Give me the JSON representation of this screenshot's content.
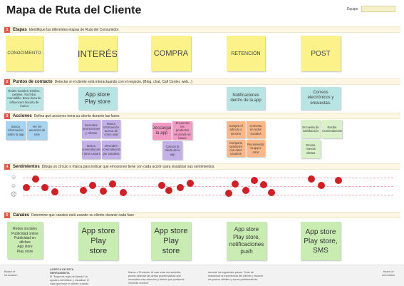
{
  "header": {
    "title": "Mapa de Ruta del Cliente",
    "team_label": "Equipo"
  },
  "colors": {
    "accent_red": "#e05a47",
    "sentiment_dot": "#d11f26",
    "section_bar": "#fdf6e3"
  },
  "sections": [
    {
      "num": "1",
      "title": "Etapas",
      "desc": "Identifique las diferentes etapas de Ruta del Consumidor"
    },
    {
      "num": "2",
      "title": "Puntos de contacto",
      "desc": "Detectar si el cliente está interactuando con el negocio. (Blog, chat, Call Center, web...)"
    },
    {
      "num": "3",
      "title": "Acciones",
      "desc": "Defina qué acciones toma su cliente durante las fases"
    },
    {
      "num": "4",
      "title": "Sentimientos",
      "desc": "Dibuja un círculo o marca para indicar que emociones tiene con cada acción para visualizar sus sentimientos."
    },
    {
      "num": "5",
      "title": "Canales",
      "desc": "Determine que canales está usando su cliente durante cada fase"
    }
  ],
  "stages": [
    "CONOCIMIENTO",
    "INTERÉS",
    "COMPRA",
    "RETENCIÓN",
    "POST"
  ],
  "touchpoints": [
    "Redes sociales: Emilies, carteles, YouTube, mercadillo. Boca-boca de influencers favorito de marca",
    "App store\nPlay store",
    "",
    "Notificaciones dentro de la app",
    "Correos electrónicos y encuestas."
  ],
  "actions": {
    "a1": "Busca\ninformación sobre la app",
    "a2": "Ver los anuncios de este",
    "a3": "Descubre promociones y ofertas",
    "a4": "Busca información acerca de cómo usar",
    "a5": "Busca recomendaciones de otros usuarios",
    "a6": "Descubre recomendaciones por usuarios",
    "a7": "Descargar la app",
    "a8": "Encuentra los productos en donde se busca",
    "a9": "Conoce la oferta de la app",
    "a10": "Compra el artículo o servicio",
    "a11": "Comenta en redes sociales",
    "a12": "Comparte opiniones con otros usuarios",
    "a13": "Encuesta de satisfacción",
    "a14": "Recibe recomendaciones",
    "a15": "Recomienda la app a otros",
    "a16": "Revisa nuevas ofertas"
  },
  "channels": [
    "Redes sociales\nPublicidad online\nPublicidad en afiches\nApp store\nPlay store",
    "App store\nPlay\nstore",
    "App store\nPlay\nstore",
    "App store\nPlay store,\nnotificaciones\npush",
    "App store\nPlay store,\nSMS"
  ],
  "footer": {
    "logo": "Board of\nInnovation",
    "col1_title": "ACERCA DE ESTA HERRAMIENTA",
    "col1": "El \"Mapa de viaje del cliente\" te ayuda a identificar y visualizar el viaje que hace el cliente cuando interactúa con su",
    "col2": "Marca o Producto. Al usar esta herramienta, puede detectar las áreas problemáticas que necesitan más atención y definir qué problema necesita resolver",
    "col3": "durante los siguientes pasos. Trate de maximizar la experiencia del cliente y resolver los puntos débiles y zonas problemáticas.",
    "brand": "board of\ninnovation"
  }
}
